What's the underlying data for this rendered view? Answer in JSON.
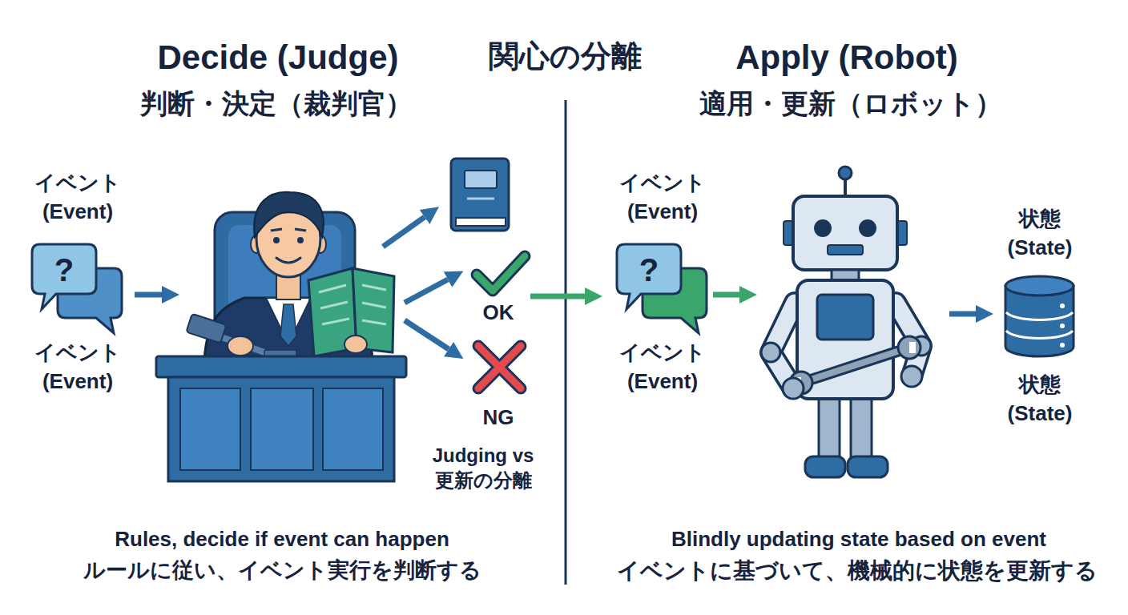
{
  "diagram": {
    "title": "関心の分離",
    "nodes": [
      {
        "text": [
          "イベント (Event)",
          "?",
          "イベント (Event)"
        ]
      },
      {
        "text": [
          "OK"
        ]
      },
      {
        "text": [
          "NG"
        ]
      },
      {
        "text": [
          "イベント (Event)",
          "?",
          "イベント (Event)"
        ]
      },
      {
        "text": [
          "状態 (State)",
          "状態 (State)"
        ]
      }
    ],
    "edges": [
      {
        "from": 1,
        "to": 3,
        "arrow": "to"
      }
    ],
    "labels": [
      "Decide (Judge)",
      "判断・決定（裁判官）",
      "Apply (Robot)",
      "適用・更新（ロボット）",
      "Judging vs 更新の分離",
      "Rules, decide if event can happen",
      "ルールに従い、イベント実行を判断する",
      "Blindly updating state based on event",
      "イベントに基づいて、機械的に状態を更新する"
    ]
  }
}
